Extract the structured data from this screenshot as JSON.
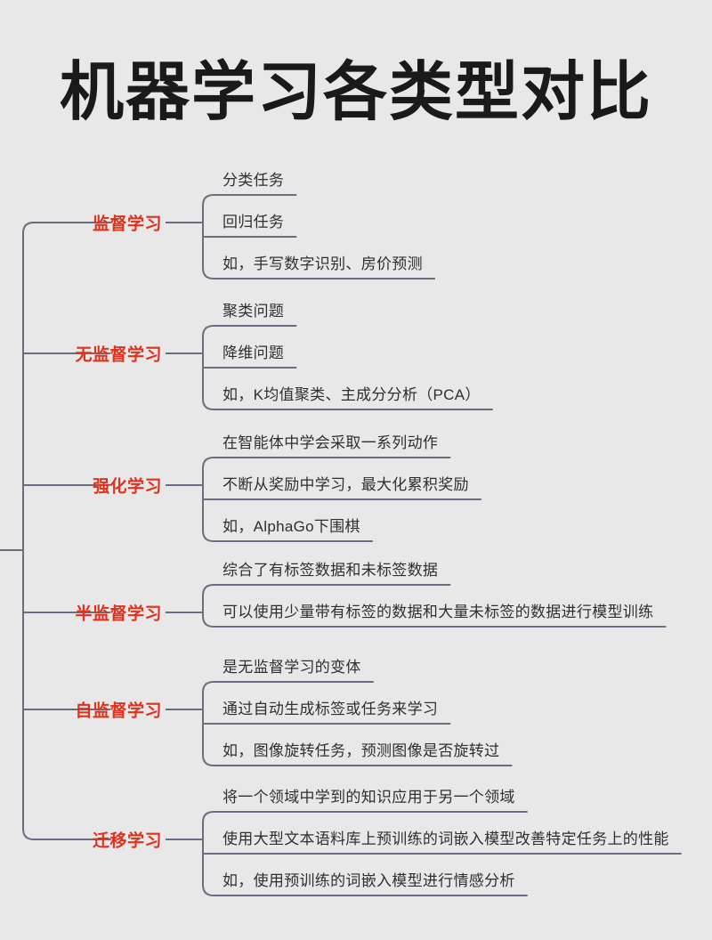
{
  "title": "机器学习各类型对比",
  "theme": {
    "background": "#e8e8e8",
    "title_color": "#1a1a1a",
    "branch_label_color": "#e1301c",
    "sub_item_color": "#2f2f2f",
    "connector_color": "#6b6c7e"
  },
  "branches": [
    {
      "label": "监督学习",
      "items": [
        {
          "text": "分类任务"
        },
        {
          "text": "回归任务"
        },
        {
          "text": "如，手写数字识别、房价预测"
        }
      ]
    },
    {
      "label": "无监督学习",
      "items": [
        {
          "text": "聚类问题"
        },
        {
          "text": "降维问题"
        },
        {
          "text": "如，K均值聚类、主成分分析（PCA）"
        }
      ]
    },
    {
      "label": "强化学习",
      "items": [
        {
          "text": "在智能体中学会采取一系列动作"
        },
        {
          "text": "不断从奖励中学习，最大化累积奖励"
        },
        {
          "text": "如，AlphaGo下围棋"
        }
      ]
    },
    {
      "label": "半监督学习",
      "items": [
        {
          "text": "综合了有标签数据和未标签数据"
        },
        {
          "text": "可以使用少量带有标签的数据和大量未标签的数据进行模型训练"
        }
      ]
    },
    {
      "label": "自监督学习",
      "items": [
        {
          "text": "是无监督学习的变体"
        },
        {
          "text": "通过自动生成标签或任务来学习"
        },
        {
          "text": "如，图像旋转任务，预测图像是否旋转过"
        }
      ]
    },
    {
      "label": "迁移学习",
      "items": [
        {
          "text": "将一个领域中学到的知识应用于另一个领域"
        },
        {
          "text": "使用大型文本语料库上预训练的词嵌入模型改善特定任务上的性能"
        },
        {
          "text": "如，使用预训练的词嵌入模型进行情感分析"
        }
      ]
    }
  ]
}
